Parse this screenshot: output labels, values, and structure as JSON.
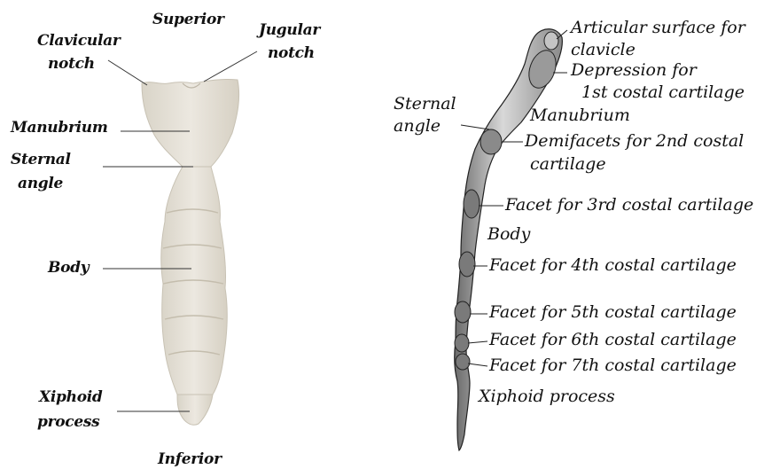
{
  "left_panel": {
    "superior": "Superior",
    "inferior": "Inferior",
    "clavicular_notch": [
      "Clavicular",
      "notch"
    ],
    "jugular_notch": [
      "Jugular",
      "notch"
    ],
    "manubrium": "Manubrium",
    "sternal_angle": [
      "Sternal",
      "angle"
    ],
    "body": "Body",
    "xiphoid_process": [
      "Xiphoid",
      "process"
    ],
    "bone_color": "#e8e4dc"
  },
  "right_panel": {
    "articular_surface": [
      "Articular surface for",
      "clavicle"
    ],
    "depression": [
      "Depression for",
      "1st costal cartilage"
    ],
    "manubrium": "Manubrium",
    "sternal_angle": [
      "Sternal",
      "angle"
    ],
    "demifacets": [
      "Demifacets for 2nd costal",
      "cartilage"
    ],
    "facet_3": "Facet for 3rd costal cartilage",
    "body": "Body",
    "facet_4": "Facet for 4th costal cartilage",
    "facet_5": "Facet for 5th costal cartilage",
    "facet_6": "Facet for 6th costal cartilage",
    "facet_7": "Facet for 7th costal cartilage",
    "xiphoid_process": "Xiphoid process"
  }
}
